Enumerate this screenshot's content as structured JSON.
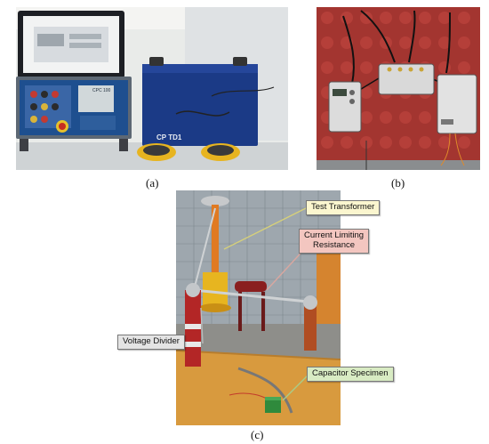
{
  "figure": {
    "captions": {
      "a": "(a)",
      "b": "(b)",
      "c": "(c)"
    },
    "callouts": {
      "test_transformer": "Test Transformer",
      "current_limiting_resistance_line1": "Current Limiting",
      "current_limiting_resistance_line2": "Resistance",
      "voltage_divider": "Voltage Divider",
      "capacitor_specimen": "Capacitor Specimen"
    },
    "equipment_labels": {
      "cpc_panel": "CPC 100",
      "cptd1": "CP TD1"
    },
    "colors": {
      "test_transformer_box": "#fbf6cf",
      "current_limiting_box": "#f3c6c0",
      "voltage_divider_box": "#e4e4e4",
      "capacitor_specimen_box": "#d8ebc3"
    }
  }
}
